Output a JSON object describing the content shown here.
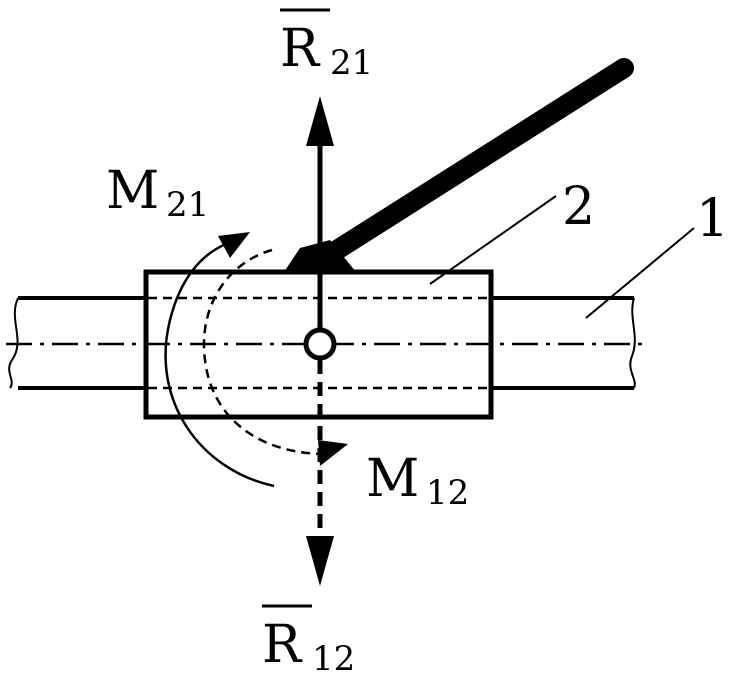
{
  "diagram": {
    "labels": {
      "force_r21": {
        "base": "R",
        "sub": "21"
      },
      "force_r12": {
        "base": "R",
        "sub": "12"
      },
      "moment_m21": {
        "base": "M",
        "sub": "21"
      },
      "moment_m12": {
        "base": "M",
        "sub": "12"
      },
      "part_1": "1",
      "part_2": "2"
    },
    "colors": {
      "ink": "#000000",
      "paper": "#ffffff"
    }
  }
}
